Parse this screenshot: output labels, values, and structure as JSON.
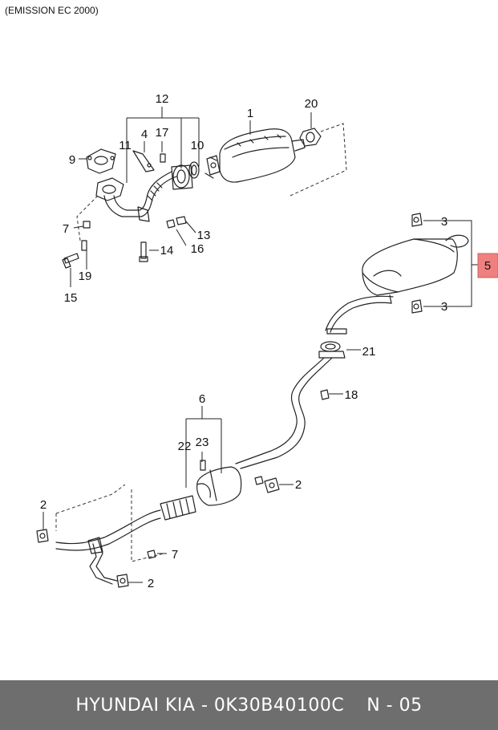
{
  "header": {
    "title": "(EMISSION EC 2000)"
  },
  "callouts": {
    "c1": "1",
    "c2a": "2",
    "c2b": "2",
    "c2c": "2",
    "c3a": "3",
    "c3b": "3",
    "c4": "4",
    "c5": "5",
    "c6": "6",
    "c7a": "7",
    "c7b": "7",
    "c9": "9",
    "c10": "10",
    "c11": "11",
    "c12": "12",
    "c13": "13",
    "c14": "14",
    "c15": "15",
    "c16": "16",
    "c17": "17",
    "c18": "18",
    "c19": "19",
    "c20": "20",
    "c21": "21",
    "c22": "22",
    "c23": "23"
  },
  "highlight_color": "#f08080",
  "footer": {
    "part_info": "HYUNDAI  KIA - 0K30B40100C",
    "page_ref": "N - 05"
  }
}
